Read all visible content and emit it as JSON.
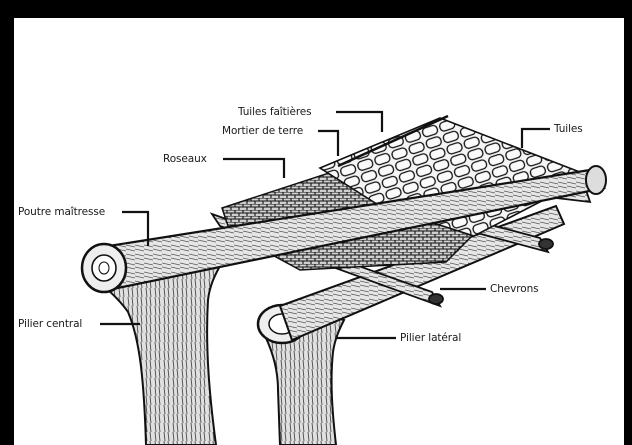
{
  "labels": {
    "tuiles_faitieres": "Tuiles faîtières",
    "mortier_de_terre": "Mortier de terre",
    "tuiles": "Tuiles",
    "roseaux": "Roseaux",
    "poutre_maitresse": "Poutre maîtresse",
    "chevrons": "Chevrons",
    "pilier_lateral": "Pilier latéral",
    "pilier_central": "Pilier central"
  },
  "colors": {
    "frame": "#000000",
    "paper": "#ffffff",
    "ink": "#1a1a1a"
  }
}
